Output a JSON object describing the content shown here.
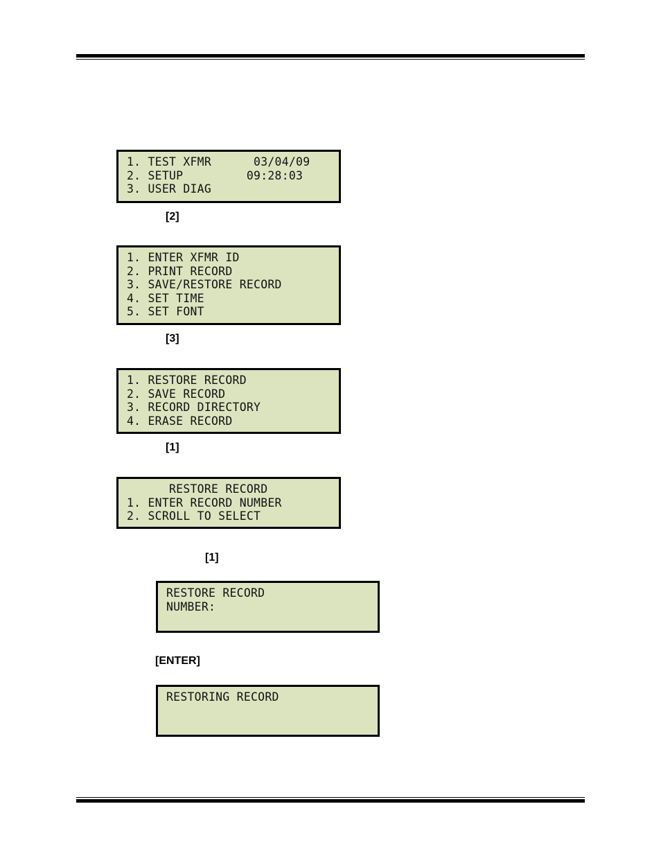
{
  "screens": [
    {
      "lines": [
        "1. TEST XFMR      03/04/09",
        "2. SETUP         09:28:03",
        "3. USER DIAG"
      ]
    },
    {
      "lines": [
        "1. ENTER XFMR ID",
        "2. PRINT RECORD",
        "3. SAVE/RESTORE RECORD",
        "4. SET TIME",
        "5. SET FONT"
      ]
    },
    {
      "lines": [
        "1. RESTORE RECORD",
        "2. SAVE RECORD",
        "3. RECORD DIRECTORY",
        "4. ERASE RECORD"
      ]
    },
    {
      "lines": [
        "      RESTORE RECORD",
        "1. ENTER RECORD NUMBER",
        "2. SCROLL TO SELECT"
      ]
    },
    {
      "lines": [
        "RESTORE RECORD",
        "NUMBER:",
        ""
      ]
    },
    {
      "lines": [
        "RESTORING RECORD",
        "",
        ""
      ]
    }
  ],
  "keys": [
    "[2]",
    "[3]",
    "[1]",
    "[1]",
    "[ENTER]"
  ]
}
